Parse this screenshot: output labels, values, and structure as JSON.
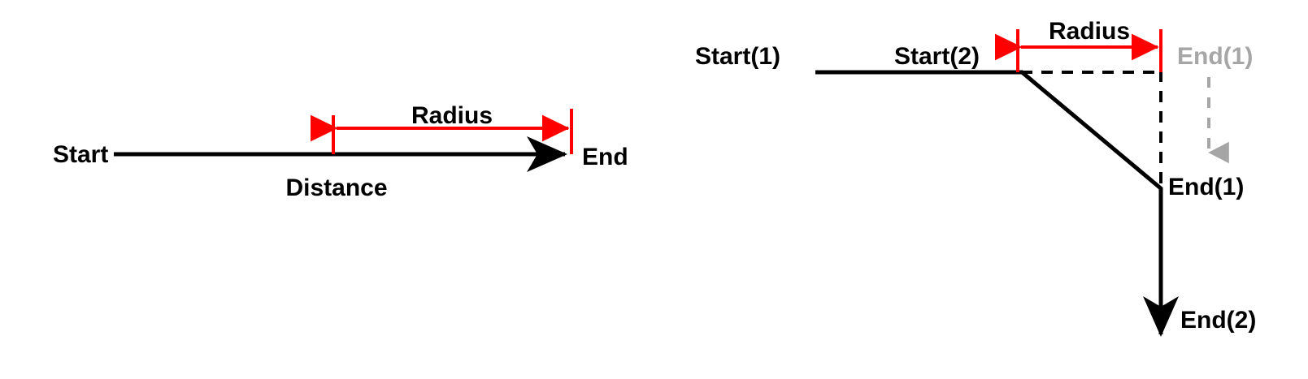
{
  "figure": {
    "title": "",
    "background_color": "#ffffff",
    "colors": {
      "line": "#000000",
      "dimension": "#ff0000",
      "muted": "#a6a6a6"
    }
  },
  "panels": [
    {
      "id": "single-segment",
      "labels": {
        "start": "Start",
        "end": "End",
        "distance": "Distance",
        "radius": "Radius"
      }
    },
    {
      "id": "two-segment-corner",
      "labels": {
        "start_1": "Start(1)",
        "start_2": "Start(2)",
        "end_1_ghost": "End(1)",
        "end_1": "End(1)",
        "end_2": "End(2)",
        "radius": "Radius"
      }
    }
  ]
}
